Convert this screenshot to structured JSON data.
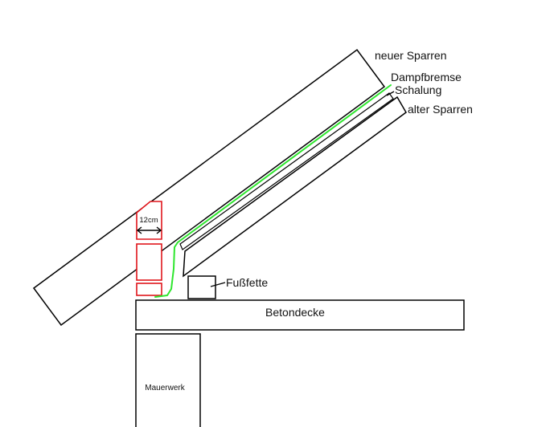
{
  "labels": {
    "neuer_sparren": "neuer Sparren",
    "dampfbremse": "Dampfbremse",
    "schalung": "Schalung",
    "alter_sparren": "alter Sparren",
    "fussfette": "Fußfette",
    "betondecke": "Betondecke",
    "mauerwerk": "Mauerwerk",
    "dimension": "12cm"
  },
  "colors": {
    "outline": "#000000",
    "brick": "#e0151b",
    "membrane": "#2ee62e",
    "background": "#ffffff"
  }
}
